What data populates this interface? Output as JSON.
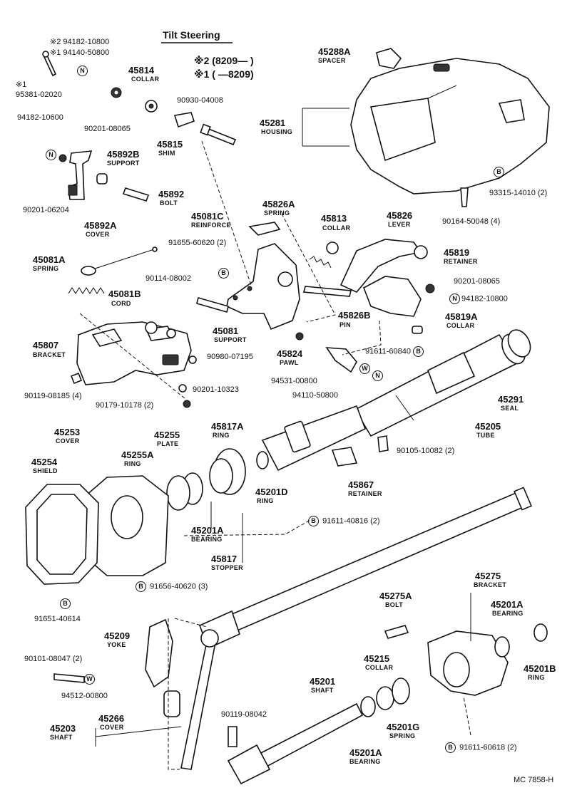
{
  "title": "Tilt Steering",
  "model_code": "MC  7858-H",
  "legend": {
    "star2_prefix": "※2",
    "star2_value": "(8209—        )",
    "star1_prefix": "※1",
    "star1_value": "(          —8209)"
  },
  "symbols": {
    "N": "N",
    "B": "B",
    "W": "W"
  },
  "labels": {
    "p94182_10800_a": "※2 94182-10800",
    "p94140_50800": "※1 94140-50800",
    "star1": "※1",
    "p95381_02020": "95381-02020",
    "p94182_10600": "94182-10600",
    "p90201_08065_a": "90201-08065",
    "p45814": "45814",
    "collar": "COLLAR",
    "p90930_04008": "90930-04008",
    "p45815": "45815",
    "shim": "SHIM",
    "p45892b": "45892B",
    "support": "SUPPORT",
    "p90201_06204": "90201-06204",
    "p45892": "45892",
    "bolt": "BOLT",
    "p45892a": "45892A",
    "cover": "COVER",
    "p45081c": "45081C",
    "reinforce": "REINFORCE",
    "p45826a": "45826A",
    "spring": "SPRING",
    "p91655_60620": "91655-60620 (2)",
    "p45081a": "45081A",
    "p90114_08002": "90114-08002",
    "p45081b": "45081B",
    "cord": "CORD",
    "p45081": "45081",
    "p45807": "45807",
    "bracket": "BRACKET",
    "p90980_07195": "90980-07195",
    "p90119_08185": "90119-08185 (4)",
    "p90201_10323": "90201-10323",
    "p90179_10178": "90179-10178 (2)",
    "p45288a": "45288A",
    "spacer": "SPACER",
    "p45281": "45281",
    "housing": "HOUSING",
    "p93315_14010": "93315-14010 (2)",
    "p90164_50048": "90164-50048 (4)",
    "p45813": "45813",
    "p45826": "45826",
    "lever": "LEVER",
    "p45819": "45819",
    "retainer": "RETAINER",
    "p90201_08065_b": "90201-08065",
    "p94182_10800_b": "94182-10800",
    "p45826b": "45826B",
    "pin": "PIN",
    "p45819a": "45819A",
    "p45824": "45824",
    "pawl": "PAWL",
    "p91611_60840": "91611-60840",
    "p94531_00800": "94531-00800",
    "p94110_50800": "94110-50800",
    "p45291": "45291",
    "seal": "SEAL",
    "p45205": "45205",
    "tube": "TUBE",
    "p45253": "45253",
    "p45255": "45255",
    "plate": "PLATE",
    "p45817a": "45817A",
    "ring": "RING",
    "p45254": "45254",
    "shield": "SHIELD",
    "p45255a": "45255A",
    "p45201d": "45201D",
    "p45867": "45867",
    "p90105_10082": "90105-10082 (2)",
    "p45201a_a": "45201A",
    "bearing": "BEARING",
    "p45817": "45817",
    "stopper": "STOPPER",
    "p91611_40816": "91611-40816 (2)",
    "p91656_40620": "91656-40620 (3)",
    "p91651_40614": "91651-40614",
    "p45209": "45209",
    "yoke": "YOKE",
    "p90101_08047": "90101-08047 (2)",
    "p94512_00800": "94512-00800",
    "p45266": "45266",
    "p45203": "45203",
    "shaft": "SHAFT",
    "p90119_08042": "90119-08042",
    "p45201": "45201",
    "p45215": "45215",
    "p45275a": "45275A",
    "p45275": "45275",
    "p45201a_b": "45201A",
    "p45201b": "45201B",
    "p45201g": "45201G",
    "p45201a_c": "45201A",
    "p91611_60618": "91611-60618 (2)"
  }
}
